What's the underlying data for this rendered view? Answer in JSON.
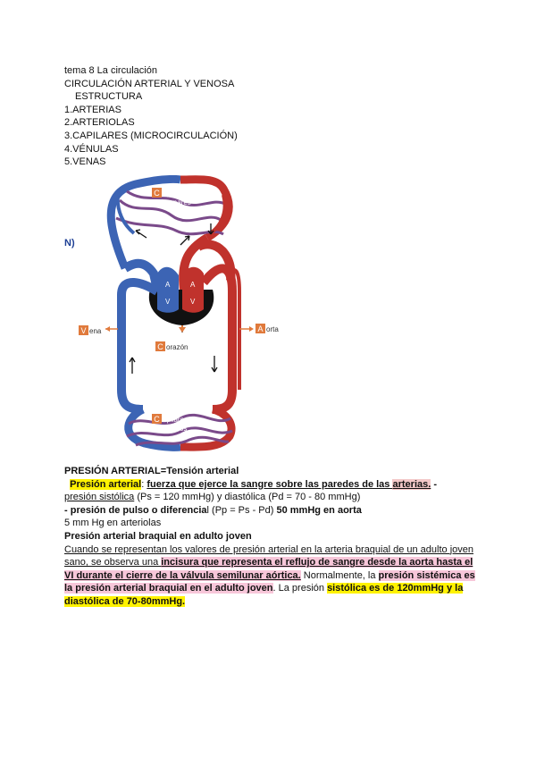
{
  "header": {
    "lines": [
      "tema 8 La circulación",
      "CIRCULACIÓN ARTERIAL Y VENOSA",
      "ESTRUCTURA",
      "1.ARTERIAS",
      "2.ARTERIOLAS",
      "3.CAPILARES (MICROCIRCULACIÓN)",
      "4.VÉNULAS",
      "5.VENAS"
    ]
  },
  "diagram": {
    "fragment": "N)",
    "capilares_pulmonares_letter": "C",
    "capilares_pulmonares_l1": "apilares",
    "capilares_pulmonares_l2": "pulmonares",
    "capilares_sistemicos_letter": "C",
    "capilares_sistemicos_l1": "apilares",
    "capilares_sistemicos_l2": "sistémicos",
    "vena_letter": "V",
    "vena_rest": "ena",
    "aorta_letter": "A",
    "aorta_rest": "orta",
    "corazon_letter": "C",
    "corazon_rest": "orazón",
    "heart_a": "A",
    "heart_v": "V",
    "colors": {
      "venous": "#3c64b4",
      "arterial": "#c0322c",
      "label_box": "#e07a3c",
      "heart": "#111111"
    }
  },
  "content": {
    "p1": "PRESIÓN ARTERIAL=Tensión arterial",
    "p2_a": "Presión arterial",
    "p2_b": ": ",
    "p2_c": "fuerza que ejerce la sangre sobre las paredes de las ",
    "p2_d": "arterias.",
    "p2_e": " -",
    "p3_a": "presión sistólica",
    "p3_b": " (Ps = 120 mmHg) y diastólica (Pd = 70 - 80 mmHg)",
    "p4_a": "- presión de pulso o diferencia",
    "p4_b": "l (Pp = Ps - Pd) ",
    "p4_c": "50 mmHg en aorta",
    "p5": "5 mm Hg en arteriolas",
    "p6": "Presión arterial braquial en adulto joven",
    "p7_a": "Cuando se representan los valores de presión arterial en la arteria braquial de un adulto joven sano, se observa una ",
    "p7_b": "incisura que representa el reflujo de sangre desde la aorta hasta el VI durante el cierre de la válvula semilunar aórtica.",
    "p7_c": " Normalmente, la ",
    "p7_d": "presión sistémica es la presión arterial braquial en el adulto joven",
    "p7_e": ". La presión ",
    "p7_f": "sistólica es de 120mmHg y la diastólica de 70-80mmHg."
  }
}
